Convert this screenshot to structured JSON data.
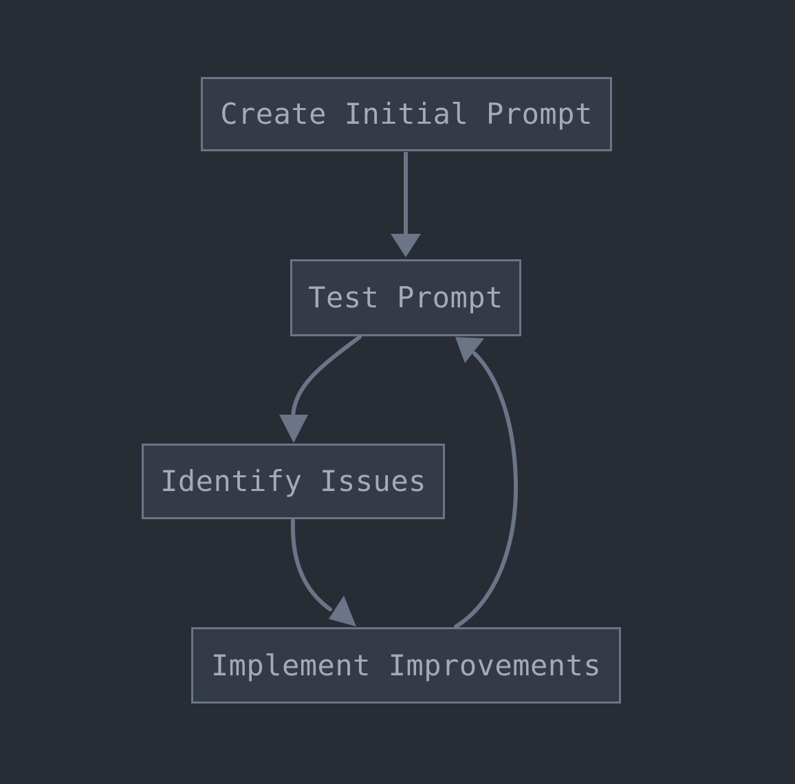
{
  "diagram": {
    "type": "flowchart",
    "direction": "top-down",
    "background_color": "#282c35",
    "node_fill_color": "#343a46",
    "node_border_color": "#6b7587",
    "edge_color": "#6b7587",
    "text_color": "#a3aab8",
    "nodes": [
      {
        "id": "create-initial-prompt",
        "label": "Create Initial Prompt"
      },
      {
        "id": "test-prompt",
        "label": "Test Prompt"
      },
      {
        "id": "identify-issues",
        "label": "Identify Issues"
      },
      {
        "id": "implement-improvements",
        "label": "Implement Improvements"
      }
    ],
    "edges": [
      {
        "id": "edge-create-to-test",
        "from": "create-initial-prompt",
        "to": "test-prompt",
        "label": "",
        "style": "straight-arrow"
      },
      {
        "id": "edge-test-to-identify",
        "from": "test-prompt",
        "to": "identify-issues",
        "label": "",
        "style": "curved-arrow"
      },
      {
        "id": "edge-identify-to-implement",
        "from": "identify-issues",
        "to": "implement-improvements",
        "label": "",
        "style": "curved-arrow"
      },
      {
        "id": "edge-implement-to-test",
        "from": "implement-improvements",
        "to": "test-prompt",
        "label": "",
        "style": "curved-feedback-arrow"
      }
    ]
  }
}
